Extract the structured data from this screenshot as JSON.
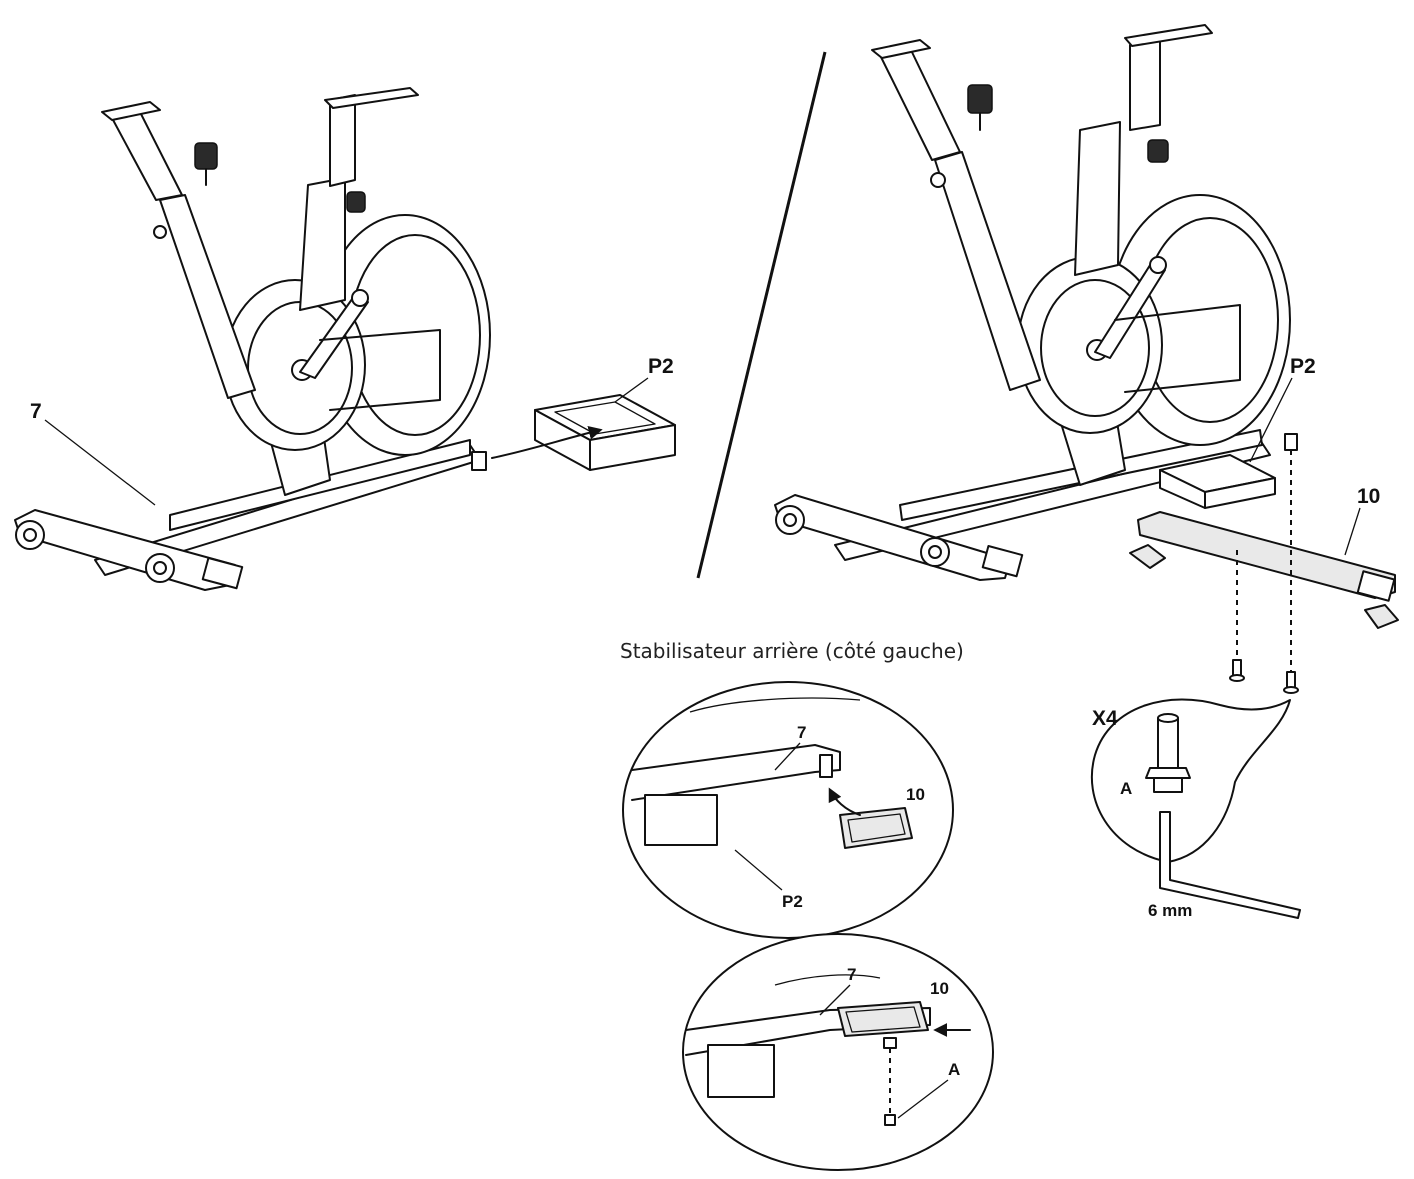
{
  "labels": {
    "frame_left": "7",
    "box_left": "P2",
    "box_right": "P2",
    "stabilizer_right": "10",
    "quantity": "X4",
    "bolt": "A",
    "wrench_size": "6 mm",
    "detail1_frame": "7",
    "detail1_stabilizer": "10",
    "detail1_box": "P2",
    "detail2_frame": "7",
    "detail2_stabilizer": "10",
    "detail2_bolt": "A"
  },
  "caption": "Stabilisateur arrière (côté gauche)",
  "colors": {
    "line": "#111111",
    "shade": "#e9e9e9",
    "background": "#ffffff"
  }
}
